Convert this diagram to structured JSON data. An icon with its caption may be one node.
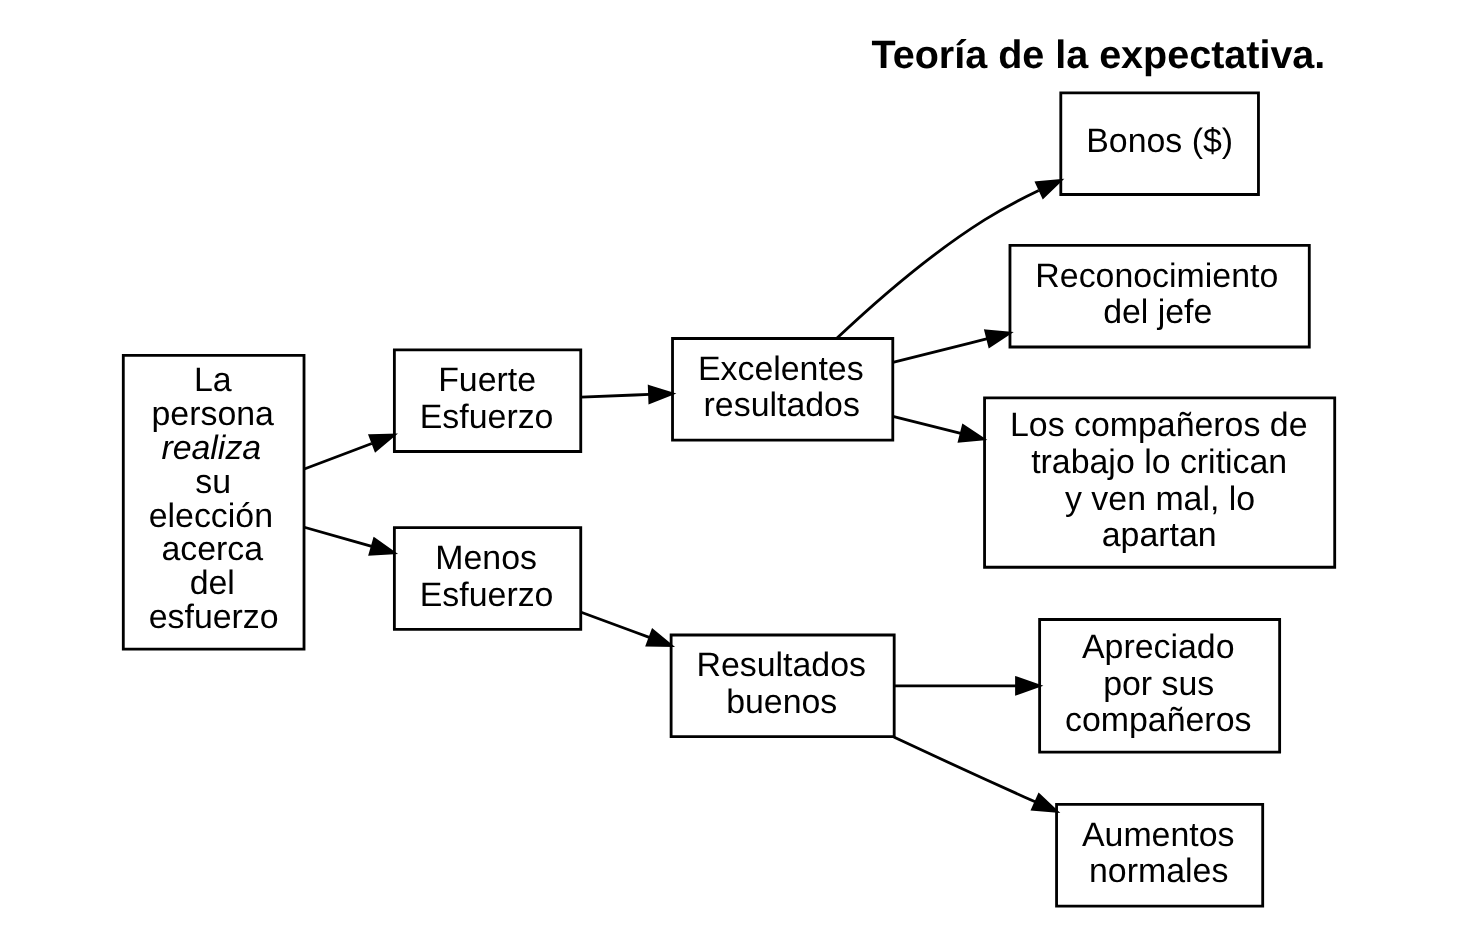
{
  "diagram": {
    "title": "Teoría de la expectativa.",
    "nodes": [
      {
        "text": [
          "La persona *realiza* su elección acerca del esfuerzo"
        ]
      },
      {
        "text": [
          "Fuerte Esfuerzo"
        ]
      },
      {
        "text": [
          "Excelentes resultados"
        ]
      },
      {
        "text": [
          "Bonos ($)"
        ]
      },
      {
        "text": [
          "Reconocimiento del jefe"
        ]
      },
      {
        "text": [
          "Los compañeros de trabajo lo critican y ven mal, lo apartan"
        ]
      },
      {
        "text": [
          "Menos Esfuerzo"
        ]
      },
      {
        "text": [
          "Resultados buenos"
        ]
      },
      {
        "text": [
          "Apreciado por sus compañeros"
        ]
      },
      {
        "text": [
          "Aumentos normales"
        ]
      }
    ],
    "edges": [
      {
        "from": 0,
        "to": 1,
        "arrow": "to"
      },
      {
        "from": 1,
        "to": 2,
        "arrow": "to"
      },
      {
        "from": 2,
        "to": 3,
        "arrow": "to"
      },
      {
        "from": 2,
        "to": 4,
        "arrow": "to"
      },
      {
        "from": 2,
        "to": 5,
        "arrow": "to"
      },
      {
        "from": 0,
        "to": 6,
        "arrow": "to"
      },
      {
        "from": 6,
        "to": 7,
        "arrow": "to"
      },
      {
        "from": 7,
        "to": 8,
        "arrow": "to"
      },
      {
        "from": 7,
        "to": 9,
        "arrow": "to"
      }
    ]
  }
}
